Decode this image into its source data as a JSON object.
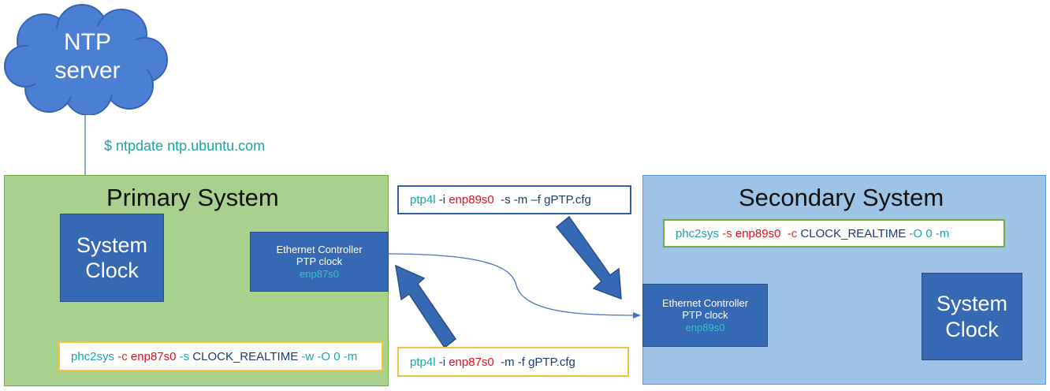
{
  "ntp": {
    "line1": "NTP",
    "line2": "server",
    "command": "$ ntpdate ntp.ubuntu.com"
  },
  "primary": {
    "title": "Primary System",
    "system_clock": {
      "line1": "System",
      "line2": "Clock"
    },
    "ethernet": {
      "line1": "Ethernet Controller",
      "line2": "PTP clock",
      "iface": "enp87s0"
    },
    "phc2sys_cmd": [
      {
        "t": "phc2sys ",
        "c": "prog"
      },
      {
        "t": "-c ",
        "c": "flag-red"
      },
      {
        "t": "enp87s0 ",
        "c": "red"
      },
      {
        "t": "-s ",
        "c": "flag-teal"
      },
      {
        "t": "CLOCK_REALTIME ",
        "c": "dark"
      },
      {
        "t": "-w -O 0 -m",
        "c": "flag-teal"
      }
    ]
  },
  "secondary": {
    "title": "Secondary System",
    "system_clock": {
      "line1": "System",
      "line2": "Clock"
    },
    "ethernet": {
      "line1": "Ethernet Controller",
      "line2": "PTP clock",
      "iface": "enp89s0"
    },
    "phc2sys_cmd": [
      {
        "t": "phc2sys ",
        "c": "prog"
      },
      {
        "t": "-s ",
        "c": "flag-red"
      },
      {
        "t": "enp89s0  ",
        "c": "red"
      },
      {
        "t": "-c ",
        "c": "flag-red"
      },
      {
        "t": "CLOCK_REALTIME ",
        "c": "dark"
      },
      {
        "t": "-O 0 -m",
        "c": "flag-teal"
      }
    ]
  },
  "ptp4l_secondary_cmd": [
    {
      "t": "ptp4l ",
      "c": "prog"
    },
    {
      "t": "-i ",
      "c": "dark"
    },
    {
      "t": "enp89s0  ",
      "c": "red"
    },
    {
      "t": "-s -m –f gPTP.cfg",
      "c": "dark"
    }
  ],
  "ptp4l_primary_cmd": [
    {
      "t": "ptp4l ",
      "c": "prog"
    },
    {
      "t": "-i ",
      "c": "dark"
    },
    {
      "t": "enp87s0  ",
      "c": "red"
    },
    {
      "t": "-m -f gPTP.cfg",
      "c": "dark"
    }
  ],
  "colors": {
    "primary_fill": "#a9d18e",
    "secondary_fill": "#9dc3e6",
    "box_blue": "#3669b3",
    "cloud_blue": "#4a7fd4",
    "teal": "#1aa6a6",
    "red": "#e0101a",
    "cmd_border_blue": "#2f5fb0",
    "cmd_border_yellow": "#f5c242",
    "cmd_border_green": "#70ad47"
  }
}
